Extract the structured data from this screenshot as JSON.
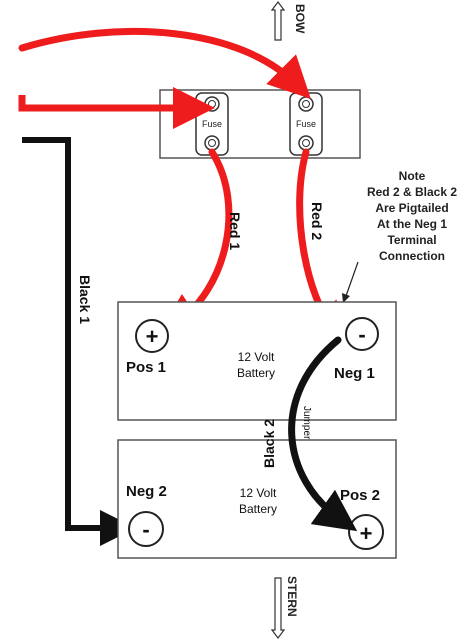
{
  "diagram": {
    "orientation": {
      "bow": "BOW",
      "stern": "STERN"
    },
    "fuse_block": {
      "fuse_left": "Fuse",
      "fuse_right": "Fuse"
    },
    "wires": {
      "red_1": "Red 1",
      "red_2": "Red 2",
      "black_1": "Black 1",
      "black_2": "Black 2",
      "jumper": "Jumper"
    },
    "note": {
      "line1": "Note",
      "line2": "Red 2 & Black 2",
      "line3": "Are Pigtailed",
      "line4": "At the Neg 1",
      "line5": "Terminal",
      "line6": "Connection"
    },
    "battery_1": {
      "pos_label": "Pos 1",
      "neg_label": "Neg 1",
      "pos_symbol": "+",
      "neg_symbol": "-",
      "volt": "12 Volt",
      "battery": "Battery"
    },
    "battery_2": {
      "neg_label": "Neg 2",
      "pos_label": "Pos 2",
      "neg_symbol": "-",
      "pos_symbol": "+",
      "volt": "12 Volt",
      "battery": "Battery"
    },
    "colors": {
      "red_wire": "#ee1c1c",
      "black_wire": "#111111",
      "outline": "#444444"
    }
  }
}
